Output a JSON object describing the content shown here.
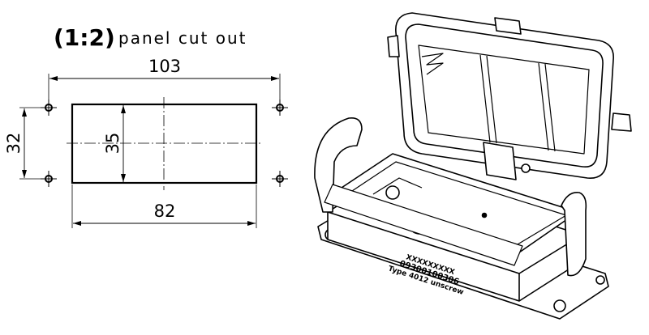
{
  "title": {
    "scale": "(1:2)",
    "caption": "panel cut out"
  },
  "dimensions": {
    "hole_spacing_horizontal": "103",
    "hole_spacing_vertical": "32",
    "cutout_height": "35",
    "cutout_width": "82"
  },
  "product_label": {
    "line1": "XXXXXXXXX",
    "line2": "09300100306",
    "line3": "Type 4012 unscrew"
  },
  "colors": {
    "line": "#000000",
    "background": "#ffffff"
  }
}
